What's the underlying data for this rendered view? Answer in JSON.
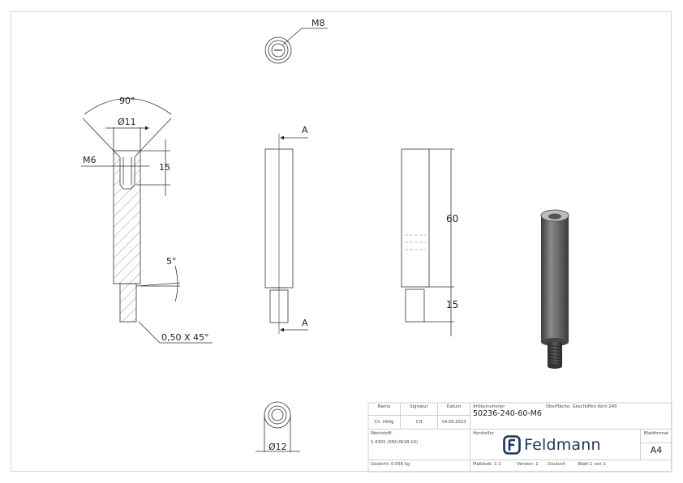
{
  "drawing": {
    "section_view": {
      "angle_label": "90°",
      "countersink_diameter": "Ø11",
      "thread_label": "M6",
      "thread_depth": "15",
      "undercut_angle": "5°",
      "chamfer_label": "0,50 X 45°"
    },
    "top_view": {
      "thread_label": "M8"
    },
    "front_view": {
      "section_marker_top": "A",
      "section_marker_bottom": "A"
    },
    "side_view": {
      "length_body": "60",
      "length_thread": "15"
    },
    "bottom_view": {
      "diameter_label": "Ø12"
    }
  },
  "title_block": {
    "headers": {
      "name": "Name",
      "signature": "Signatur",
      "date": "Datum",
      "article_number_label": "Artikelnummer",
      "surface_label": "Oberfläche:",
      "material_label": "Werkstoff:",
      "manufacturer_label": "Hersteller",
      "sheet_format_label": "Blattformat"
    },
    "values": {
      "name": "Ch. Hölig",
      "signature": "CH",
      "date": "14.09.2023",
      "article_number": "50236-240-60-M6",
      "surface": "Geschliffen Korn 240",
      "material": "1.4301 (X5CrNi18-10)",
      "sheet_format": "A4",
      "weight": "Gewicht: 0.056 kg",
      "scale": "Maßstab: 1:1",
      "version": "Version: 1",
      "language": "Deutsch",
      "sheet": "Blatt 1 von 1"
    },
    "logo": {
      "brand": "Feldmann",
      "color": "#1d3557"
    }
  }
}
